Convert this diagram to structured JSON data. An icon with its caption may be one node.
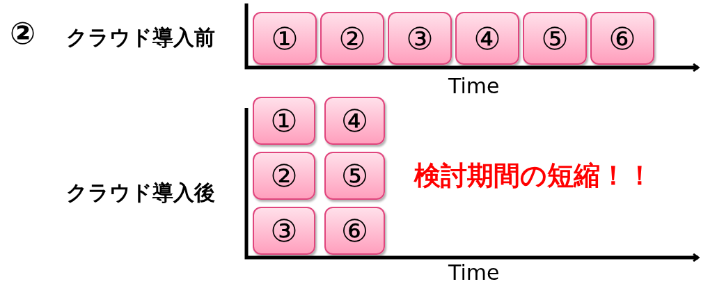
{
  "diagram": {
    "nodes": [
      {
        "text": [
          "①"
        ]
      },
      {
        "text": [
          "②"
        ]
      },
      {
        "text": [
          "③"
        ]
      },
      {
        "text": [
          "④"
        ]
      },
      {
        "text": [
          "⑤"
        ]
      },
      {
        "text": [
          "⑥"
        ]
      },
      {
        "text": [
          "①"
        ]
      },
      {
        "text": [
          "④"
        ]
      },
      {
        "text": [
          "②"
        ]
      },
      {
        "text": [
          "⑤"
        ]
      },
      {
        "text": [
          "③"
        ]
      },
      {
        "text": [
          "⑥"
        ]
      }
    ],
    "labels": [
      "②",
      "クラウド導入前",
      "Time",
      "クラウド導入後",
      "検討期間の短縮！！",
      "Time"
    ]
  }
}
